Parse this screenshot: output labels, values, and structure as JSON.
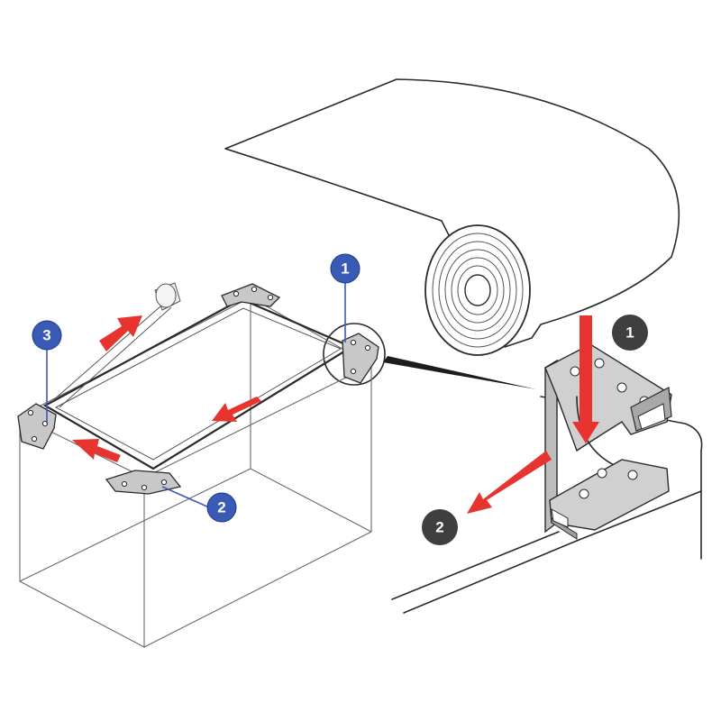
{
  "markers": {
    "tank_1": "1",
    "tank_2": "2",
    "tank_3": "3",
    "detail_1": "1",
    "detail_2": "2"
  },
  "colors": {
    "blue_marker": "#3a5bb5",
    "dark_marker": "#3f3f3f",
    "arrow": "#e8342f",
    "line": "#2a2a2a",
    "clip_gray": "#c8c8c8"
  },
  "icons": {
    "foam_tape_roll": "foam-roll-icon",
    "tape_reel": "tape-reel-icon",
    "corner_clip": "corner-clip-icon"
  }
}
